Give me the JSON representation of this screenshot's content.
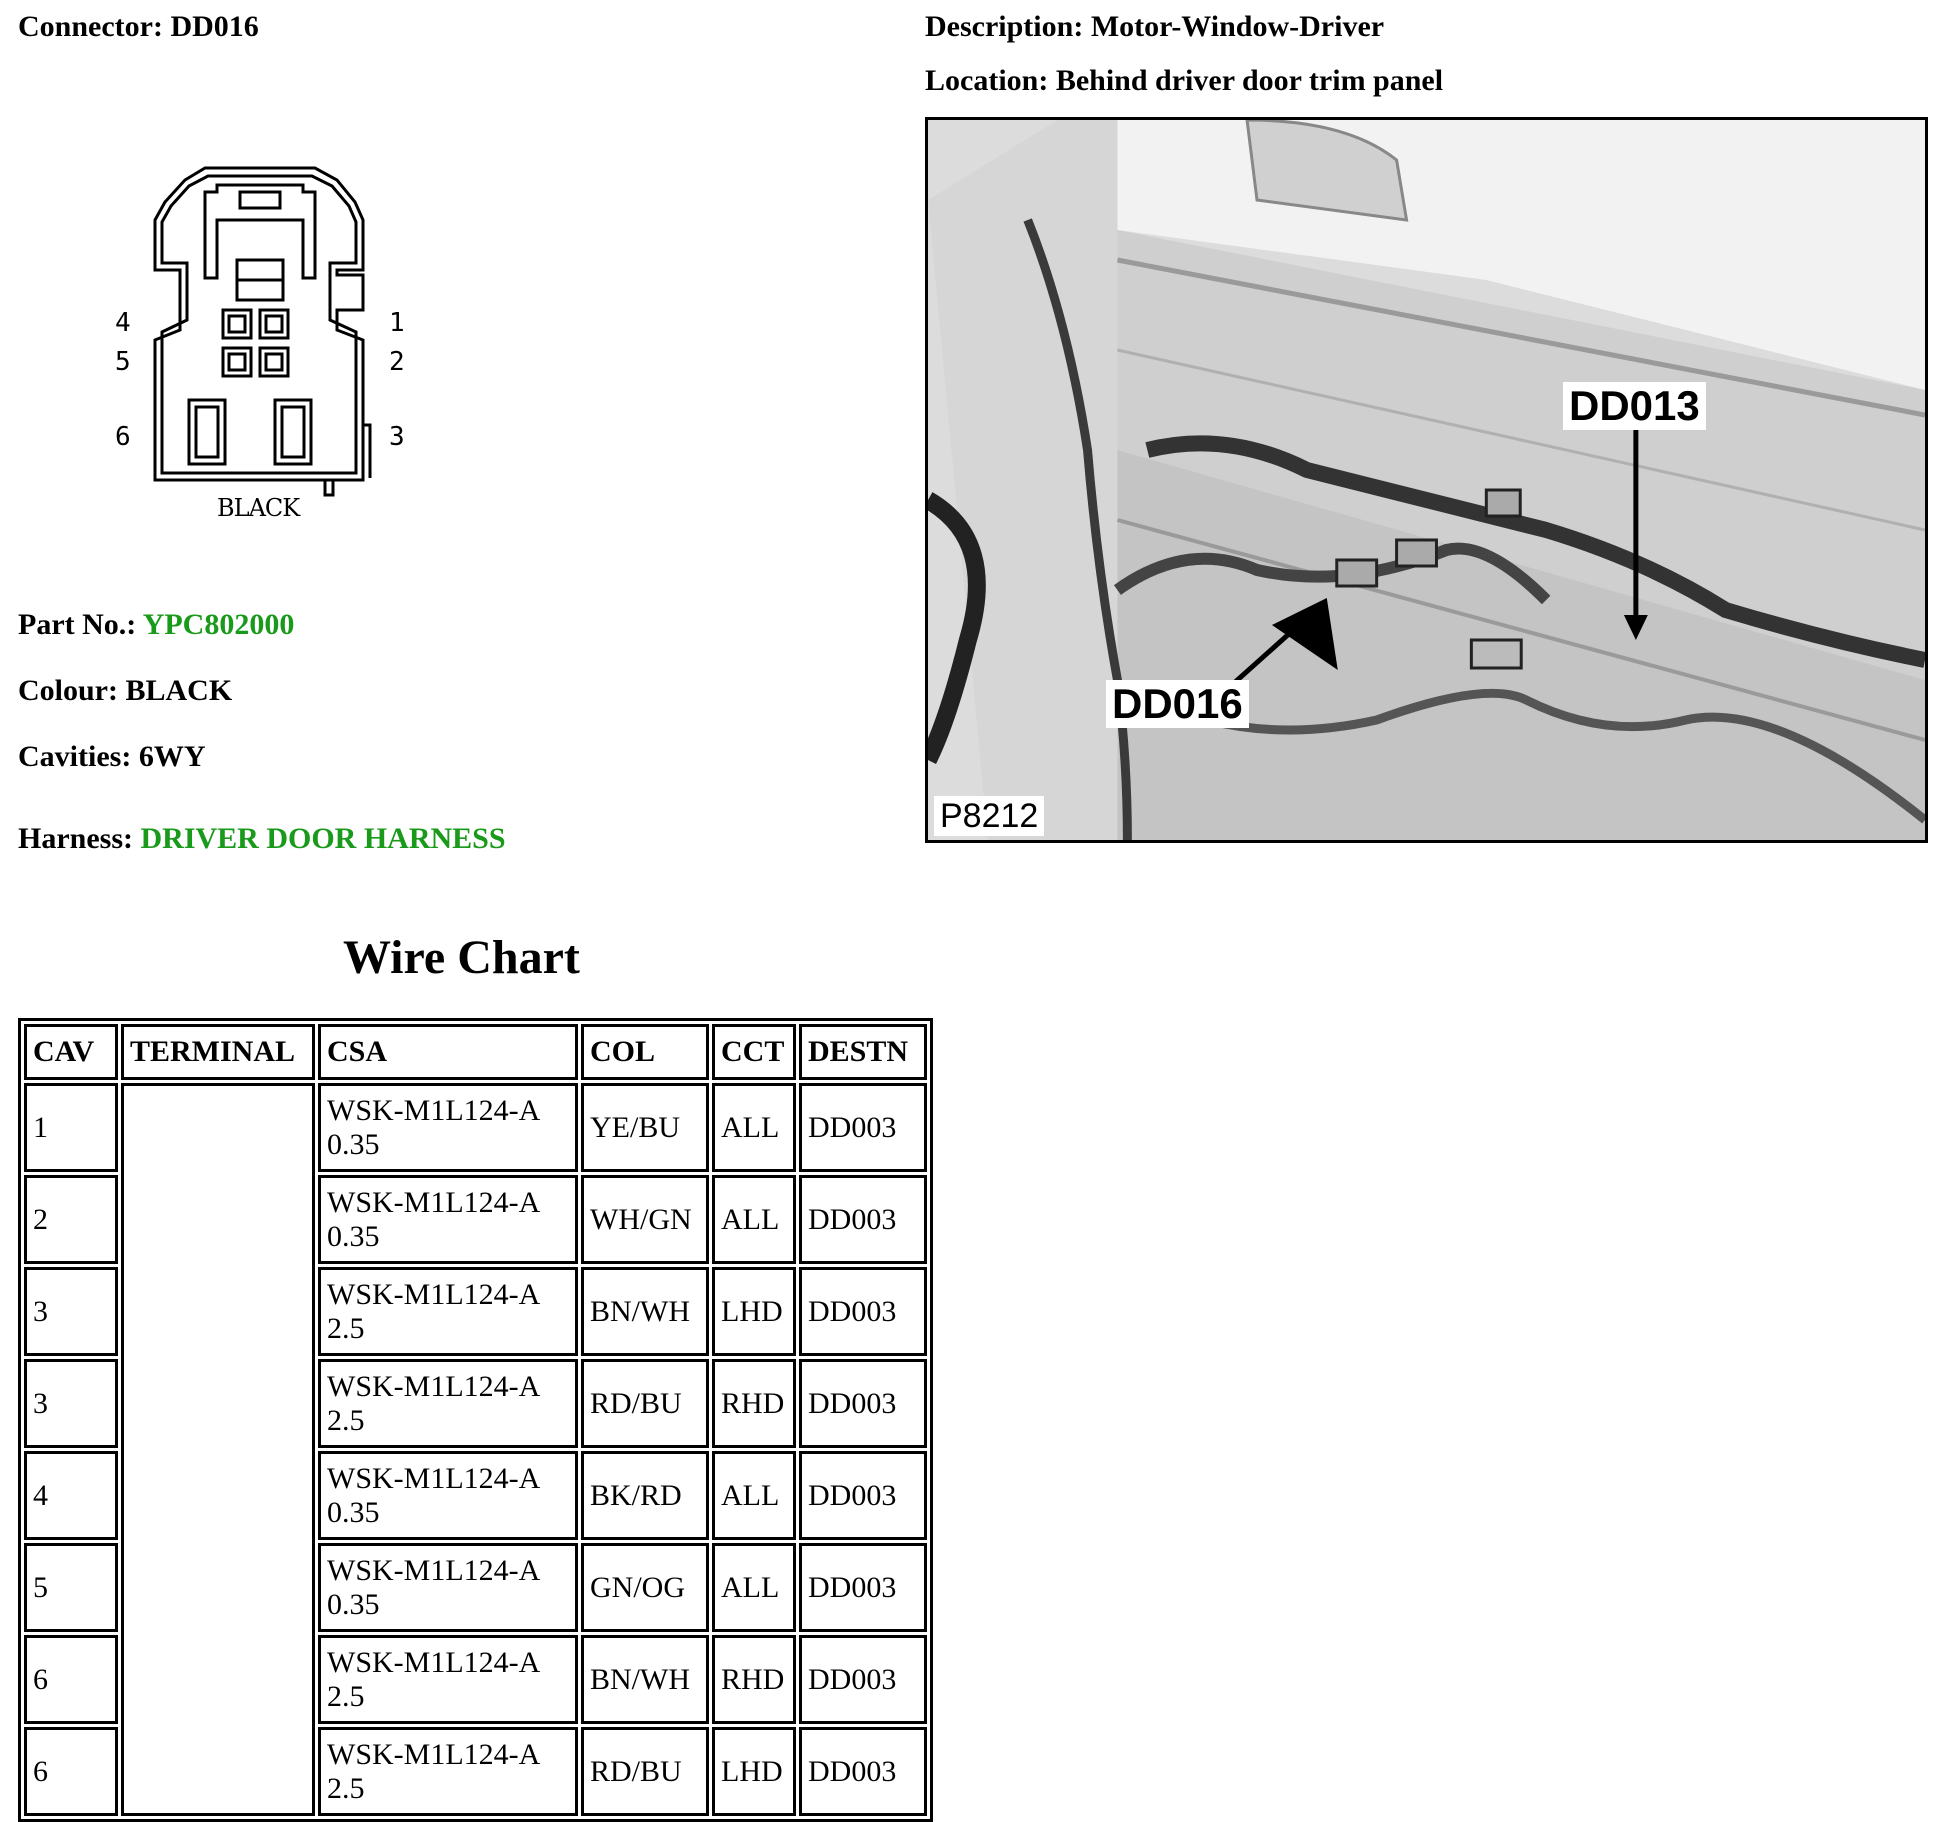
{
  "connector": {
    "label": "Connector:",
    "value": "DD016"
  },
  "description": {
    "label": "Description:",
    "value": "Motor-Window-Driver"
  },
  "location": {
    "label": "Location:",
    "value": "Behind driver door trim panel"
  },
  "diagram": {
    "pin_labels": [
      "1",
      "2",
      "3",
      "4",
      "5",
      "6"
    ],
    "colour_text": "BLACK"
  },
  "part_no": {
    "label": "Part No.:",
    "value": "YPC802000"
  },
  "colour": {
    "label": "Colour:",
    "value": "BLACK"
  },
  "cavities": {
    "label": "Cavities:",
    "value": "6WY"
  },
  "harness": {
    "label": "Harness:",
    "value": "DRIVER DOOR HARNESS"
  },
  "photo": {
    "callout_dd013": "DD013",
    "callout_dd016": "DD016",
    "photo_id": "P8212"
  },
  "colors": {
    "green_value": "#1a9a1a"
  },
  "wire_chart": {
    "title": "Wire Chart",
    "columns": [
      "CAV",
      "TERMINAL",
      "CSA",
      "COL",
      "CCT",
      "DESTN"
    ],
    "rows": [
      {
        "cav": "1",
        "terminal": "",
        "csa_spec": "WSK-M1L124-A",
        "csa_size": "0.35",
        "col": "YE/BU",
        "cct": "ALL",
        "destn": "DD003"
      },
      {
        "cav": "2",
        "terminal": "",
        "csa_spec": "WSK-M1L124-A",
        "csa_size": "0.35",
        "col": "WH/GN",
        "cct": "ALL",
        "destn": "DD003"
      },
      {
        "cav": "3",
        "terminal": "",
        "csa_spec": "WSK-M1L124-A",
        "csa_size": "2.5",
        "col": "BN/WH",
        "cct": "LHD",
        "destn": "DD003"
      },
      {
        "cav": "3",
        "terminal": "",
        "csa_spec": "WSK-M1L124-A",
        "csa_size": "2.5",
        "col": "RD/BU",
        "cct": "RHD",
        "destn": "DD003"
      },
      {
        "cav": "4",
        "terminal": "",
        "csa_spec": "WSK-M1L124-A",
        "csa_size": "0.35",
        "col": "BK/RD",
        "cct": "ALL",
        "destn": "DD003"
      },
      {
        "cav": "5",
        "terminal": "",
        "csa_spec": "WSK-M1L124-A",
        "csa_size": "0.35",
        "col": "GN/OG",
        "cct": "ALL",
        "destn": "DD003"
      },
      {
        "cav": "6",
        "terminal": "",
        "csa_spec": "WSK-M1L124-A",
        "csa_size": "2.5",
        "col": "BN/WH",
        "cct": "RHD",
        "destn": "DD003"
      },
      {
        "cav": "6",
        "terminal": "",
        "csa_spec": "WSK-M1L124-A",
        "csa_size": "2.5",
        "col": "RD/BU",
        "cct": "LHD",
        "destn": "DD003"
      }
    ]
  }
}
